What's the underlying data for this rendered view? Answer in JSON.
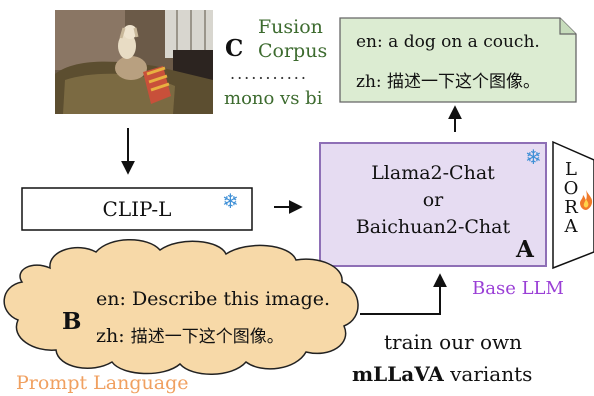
{
  "fusion": {
    "letter": "C",
    "line1": "Fusion",
    "line2": "Corpus",
    "dots": "...........",
    "mode": "mono vs bi"
  },
  "output": {
    "en_prefix": "en:",
    "en_text": "a dog on a couch.",
    "zh_prefix": "zh:",
    "zh_text": "描述一下这个图像。"
  },
  "encoder": {
    "label": "CLIP-L",
    "frozen_icon": "snowflake-icon"
  },
  "llm": {
    "line1": "Llama2-Chat",
    "line2": "or",
    "line3": "Baichuan2-Chat",
    "letter": "A",
    "caption": "Base LLM",
    "frozen_icon": "snowflake-icon"
  },
  "lora": {
    "letters": [
      "L",
      "O",
      "R",
      "A"
    ],
    "train_icon": "fire-icon"
  },
  "prompt": {
    "letter": "B",
    "en_prefix": "en:",
    "en_text": "Describe this image.",
    "zh_prefix": "zh:",
    "zh_text": "描述一下这个图像。",
    "caption": "Prompt Language"
  },
  "train": {
    "line1": "train our own",
    "line2_bold": "mLLaVA",
    "line2_rest": "variants"
  },
  "colors": {
    "green_box": "#dcecd2",
    "purple_box": "#e6dcf2",
    "purple_border": "#8e6fb6",
    "cloud": "#f7d9a8",
    "caption_purple": "#9a3fd6",
    "caption_orange": "#f0a060",
    "fusion_green": "#3d6b2f",
    "snowflake": "#3e8fd6"
  }
}
